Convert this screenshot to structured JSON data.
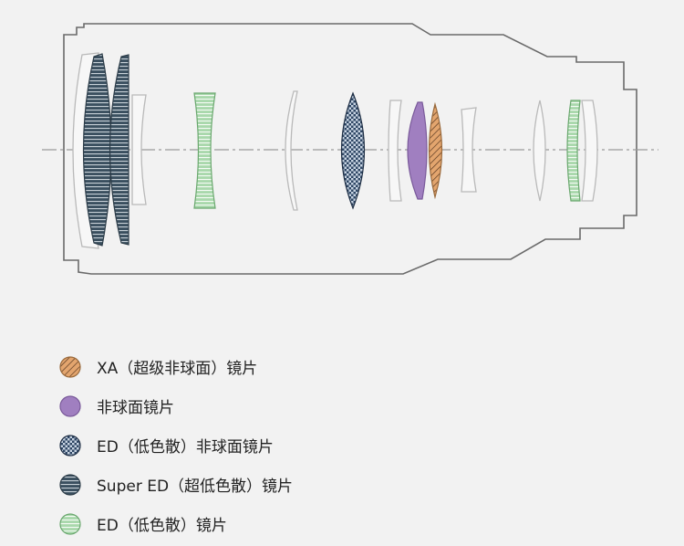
{
  "colors": {
    "background": "#f2f2f2",
    "outline": "#6a6a6a",
    "axis": "#9a9a9a",
    "lens_fill": "#f7f7f7",
    "lens_stroke": "#b9b9b9",
    "xa": "#e3a56e",
    "aspherical": "#a07fc0",
    "ed_aspherical": "#2e4664",
    "super_ed": "#3a4f5f",
    "ed": "#a9d8ac"
  },
  "legend": [
    {
      "key": "xa",
      "label": "XA（超级非球面）镜片"
    },
    {
      "key": "aspherical",
      "label": "非球面镜片"
    },
    {
      "key": "ed_aspherical",
      "label": "ED（低色散）非球面镜片"
    },
    {
      "key": "super_ed",
      "label": "Super ED（超低色散）镜片"
    },
    {
      "key": "ed",
      "label": "ED（低色散）镜片"
    }
  ]
}
